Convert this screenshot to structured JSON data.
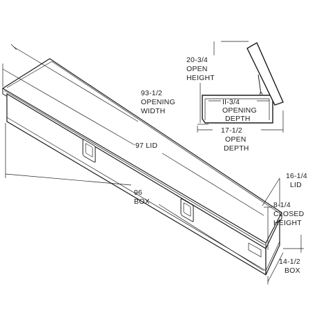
{
  "labels": {
    "opening_width_value": "93-1/2",
    "opening_width_l1": "OPENING",
    "opening_width_l2": "WIDTH",
    "lid_length": "97 LID",
    "box_length_value": "96",
    "box_length_unit": "BOX",
    "open_height_value": "20-3/4",
    "open_height_l1": "OPEN",
    "open_height_l2": "HEIGHT",
    "opening_depth_value": "II-3/4",
    "opening_depth_l1": "OPENING",
    "opening_depth_l2": "DEPTH",
    "open_depth_value": "17-1/2",
    "open_depth_l1": "OPEN",
    "open_depth_l2": "DEPTH",
    "lid_depth_value": "16-1/4",
    "lid_depth_unit": "LID",
    "closed_height_value": "8-1/4",
    "closed_height_l1": "CLOSED",
    "closed_height_l2": "HEIGHT",
    "box_depth_value": "14-1/2",
    "box_depth_unit": "BOX"
  }
}
